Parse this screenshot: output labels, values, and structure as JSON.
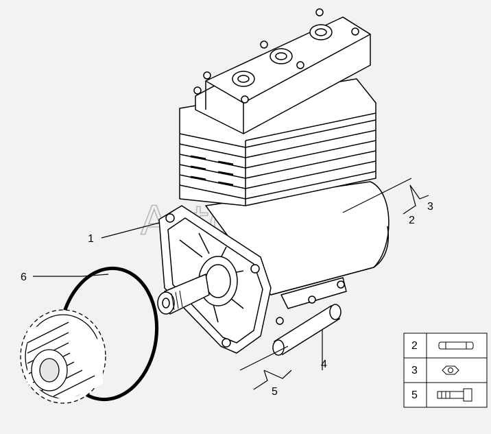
{
  "watermark": "AutoSoft",
  "callouts": {
    "c1": "1",
    "c2": "2",
    "c3": "3",
    "c4": "4",
    "c5": "5",
    "c6": "6"
  },
  "legend": {
    "rows": [
      {
        "number": "2",
        "icon": "pin-icon"
      },
      {
        "number": "3",
        "icon": "nut-icon"
      },
      {
        "number": "5",
        "icon": "bolt-icon"
      }
    ]
  }
}
